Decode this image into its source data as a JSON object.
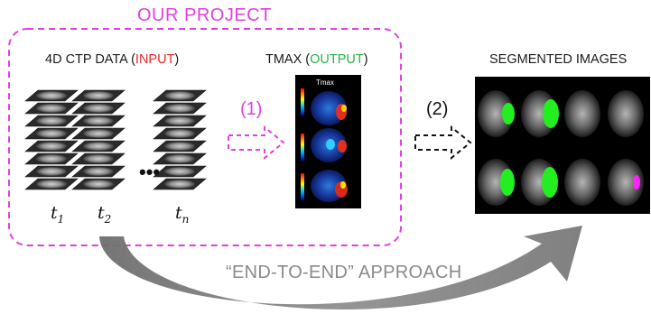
{
  "project": {
    "title": "OUR PROJECT"
  },
  "input": {
    "prefix": "4D CTP DATA (",
    "highlight": "INPUT",
    "suffix": ")"
  },
  "output": {
    "prefix": "TMAX (",
    "highlight": "OUTPUT",
    "suffix": ")",
    "image_title": "Tmax"
  },
  "segmented": {
    "title": "SEGMENTED IMAGES"
  },
  "steps": {
    "step1": "(1)",
    "step2": "(2)"
  },
  "time_labels": {
    "t1_base": "t",
    "t1_sub": "1",
    "t2_base": "t",
    "t2_sub": "2",
    "tn_base": "t",
    "tn_sub": "n",
    "ellipsis": "•••"
  },
  "approach": {
    "label": "“END-TO-END” APPROACH"
  },
  "colors": {
    "magenta": "#e040e0",
    "red": "#e8262b",
    "green": "#27b34a",
    "gray_arrow": "#8c8c8c",
    "lesion_green": "#22ee22",
    "lesion_magenta": "#ff22ff"
  }
}
